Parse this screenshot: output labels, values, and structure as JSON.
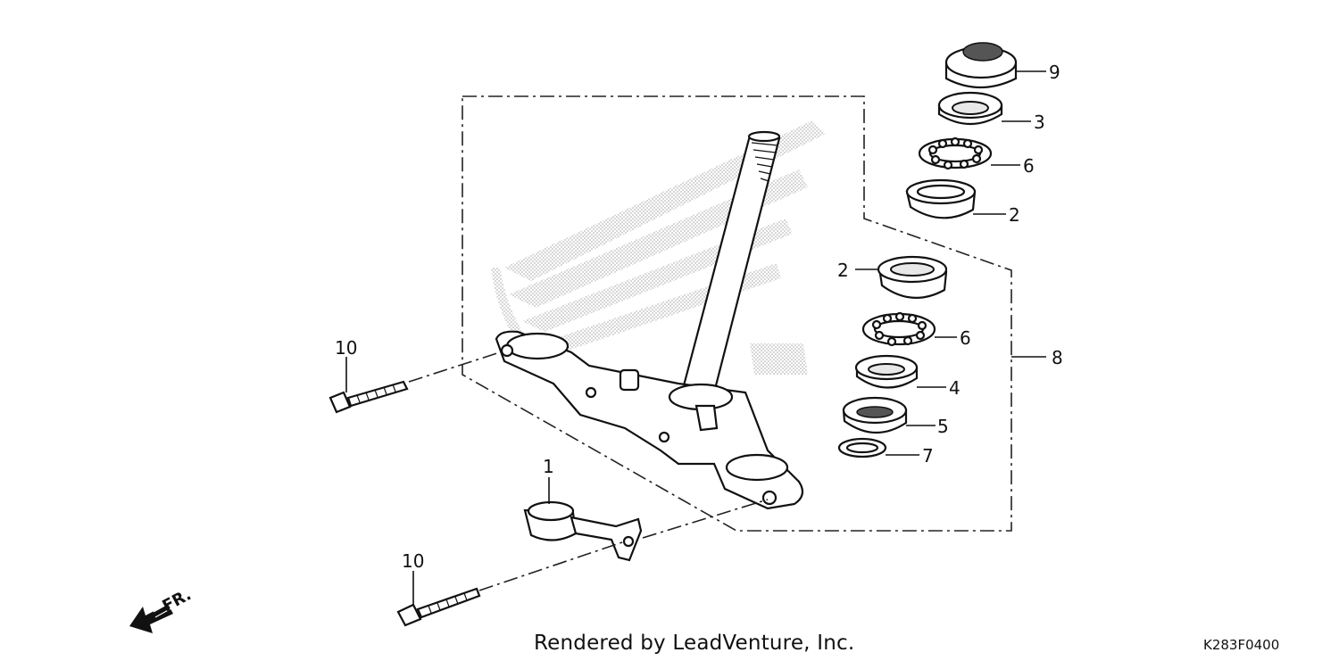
{
  "callouts": {
    "c9": "9",
    "c3": "3",
    "c6a": "6",
    "c2a": "2",
    "c2b": "2",
    "c6b": "6",
    "c4": "4",
    "c5": "5",
    "c7": "7",
    "c8": "8",
    "c1": "1",
    "c10a": "10",
    "c10b": "10"
  },
  "direction_label": "FR.",
  "footer": {
    "credit": "Rendered by LeadVenture, Inc.",
    "code": "K283F0400"
  },
  "colors": {
    "line": "#111111",
    "watermark": "#cfcfcf"
  },
  "watermark_icon": "honda-wing-logo"
}
